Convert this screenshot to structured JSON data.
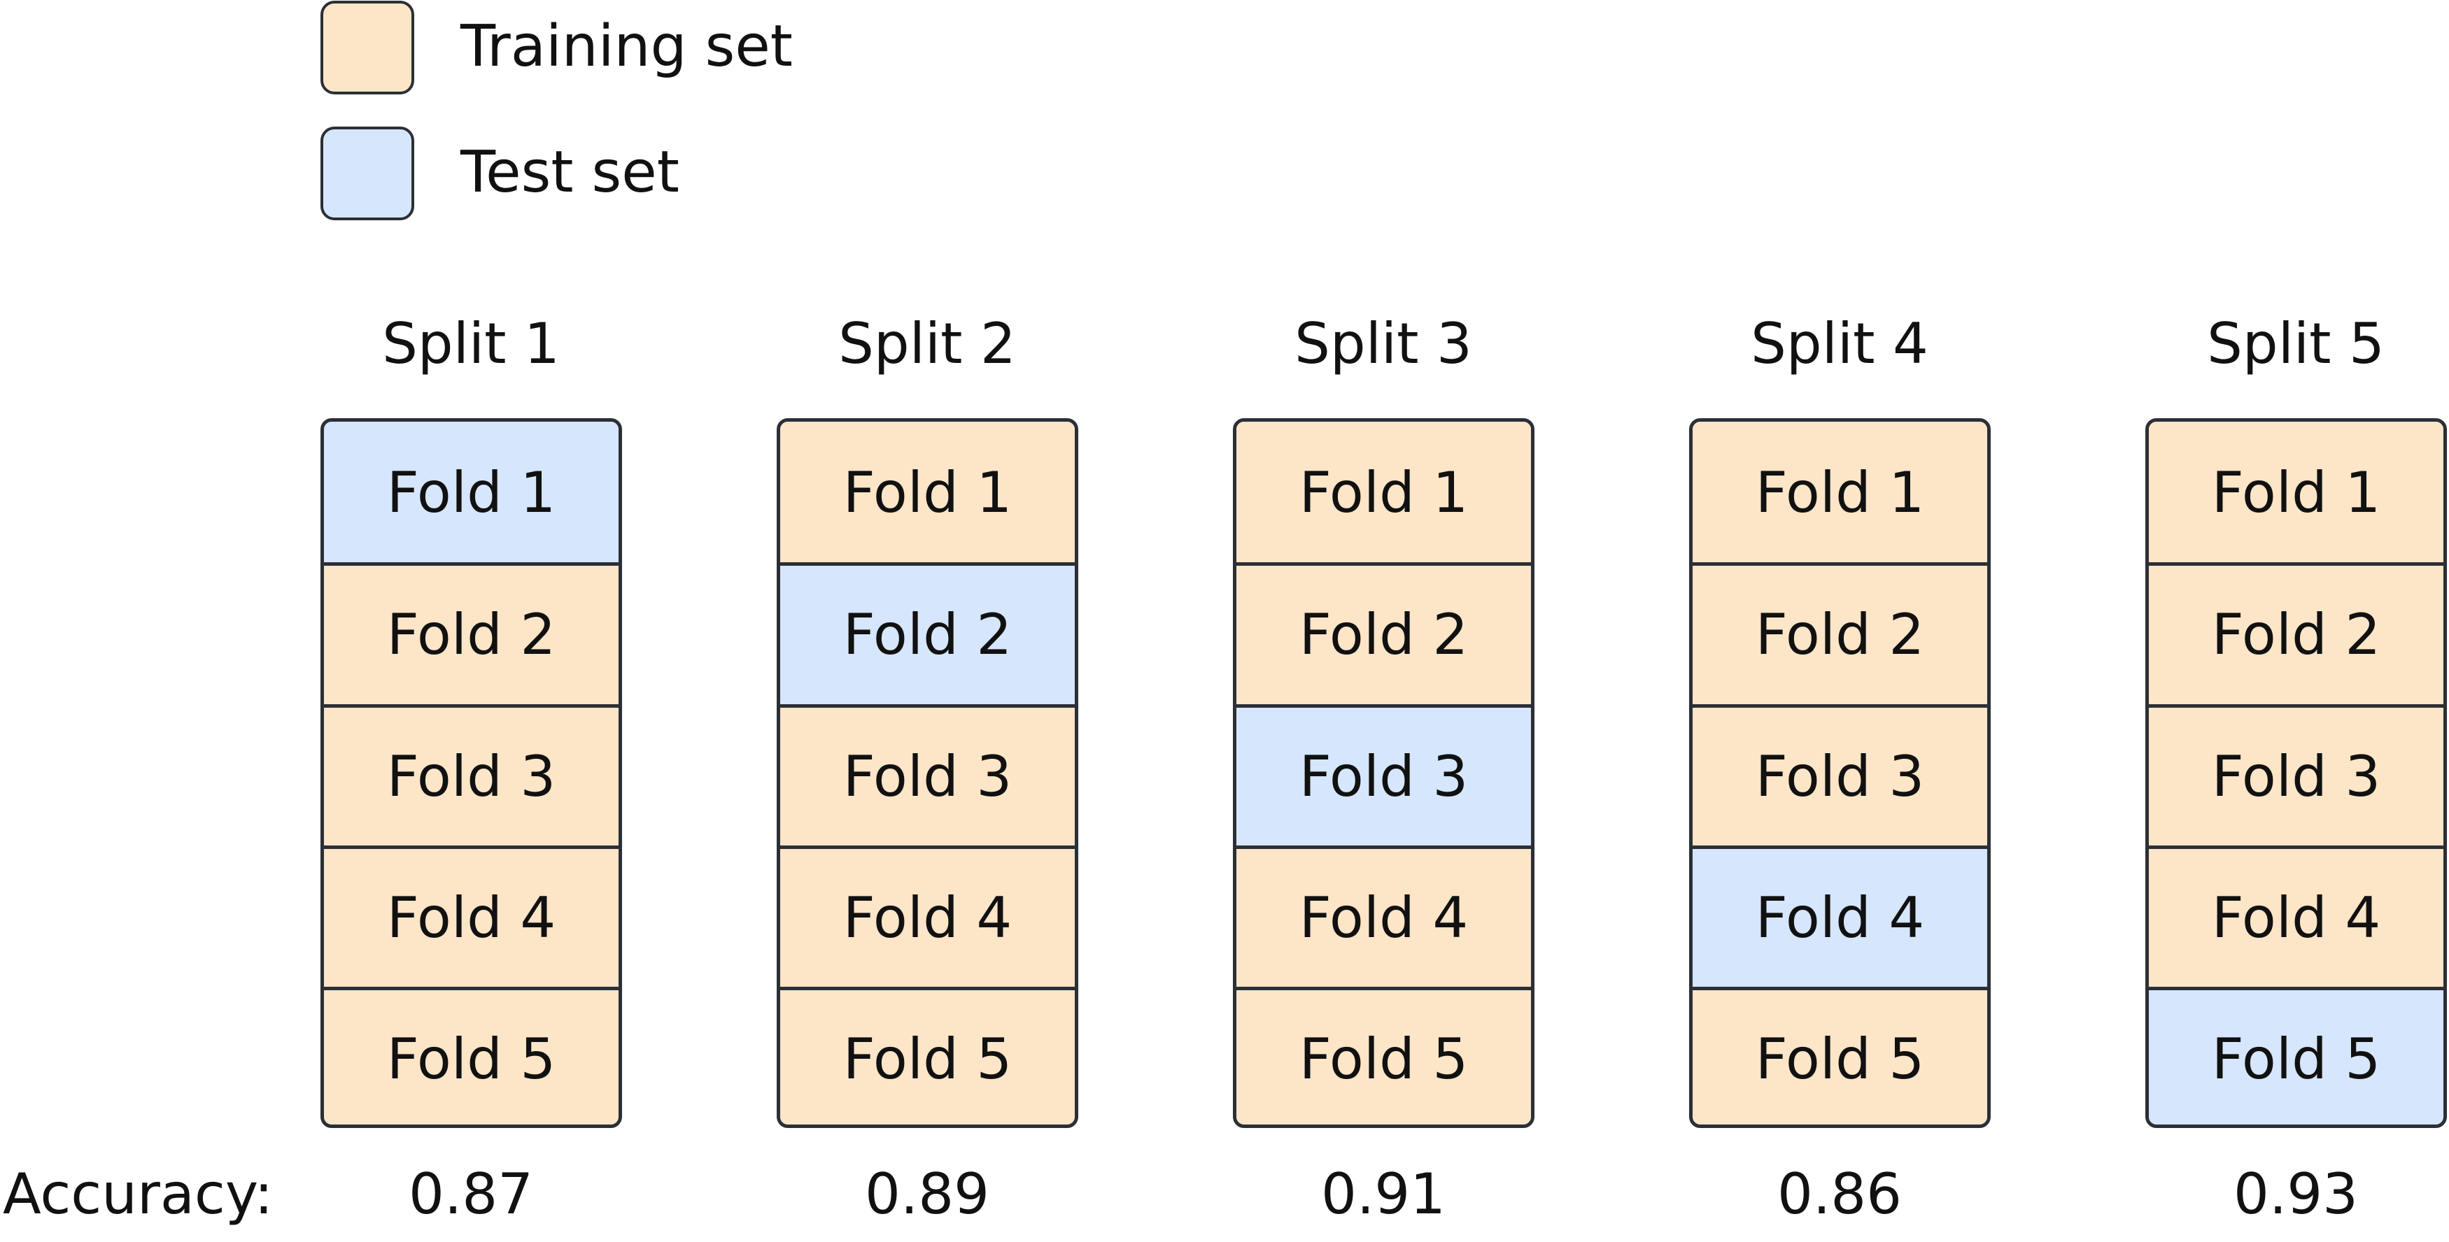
{
  "legend": [
    {
      "key": "train",
      "label": "Training set"
    },
    {
      "key": "test",
      "label": "Test set"
    }
  ],
  "colors": {
    "train": "#fde5c8",
    "test": "#d6e6fc",
    "border": "#2b2f36"
  },
  "folds": [
    "Fold 1",
    "Fold 2",
    "Fold 3",
    "Fold 4",
    "Fold 5"
  ],
  "splits": [
    {
      "title": "Split 1",
      "test_fold": 0,
      "accuracy": "0.87"
    },
    {
      "title": "Split 2",
      "test_fold": 1,
      "accuracy": "0.89"
    },
    {
      "title": "Split 3",
      "test_fold": 2,
      "accuracy": "0.91"
    },
    {
      "title": "Split 4",
      "test_fold": 3,
      "accuracy": "0.86"
    },
    {
      "title": "Split 5",
      "test_fold": 4,
      "accuracy": "0.93"
    }
  ],
  "accuracy_label": "Accuracy:"
}
